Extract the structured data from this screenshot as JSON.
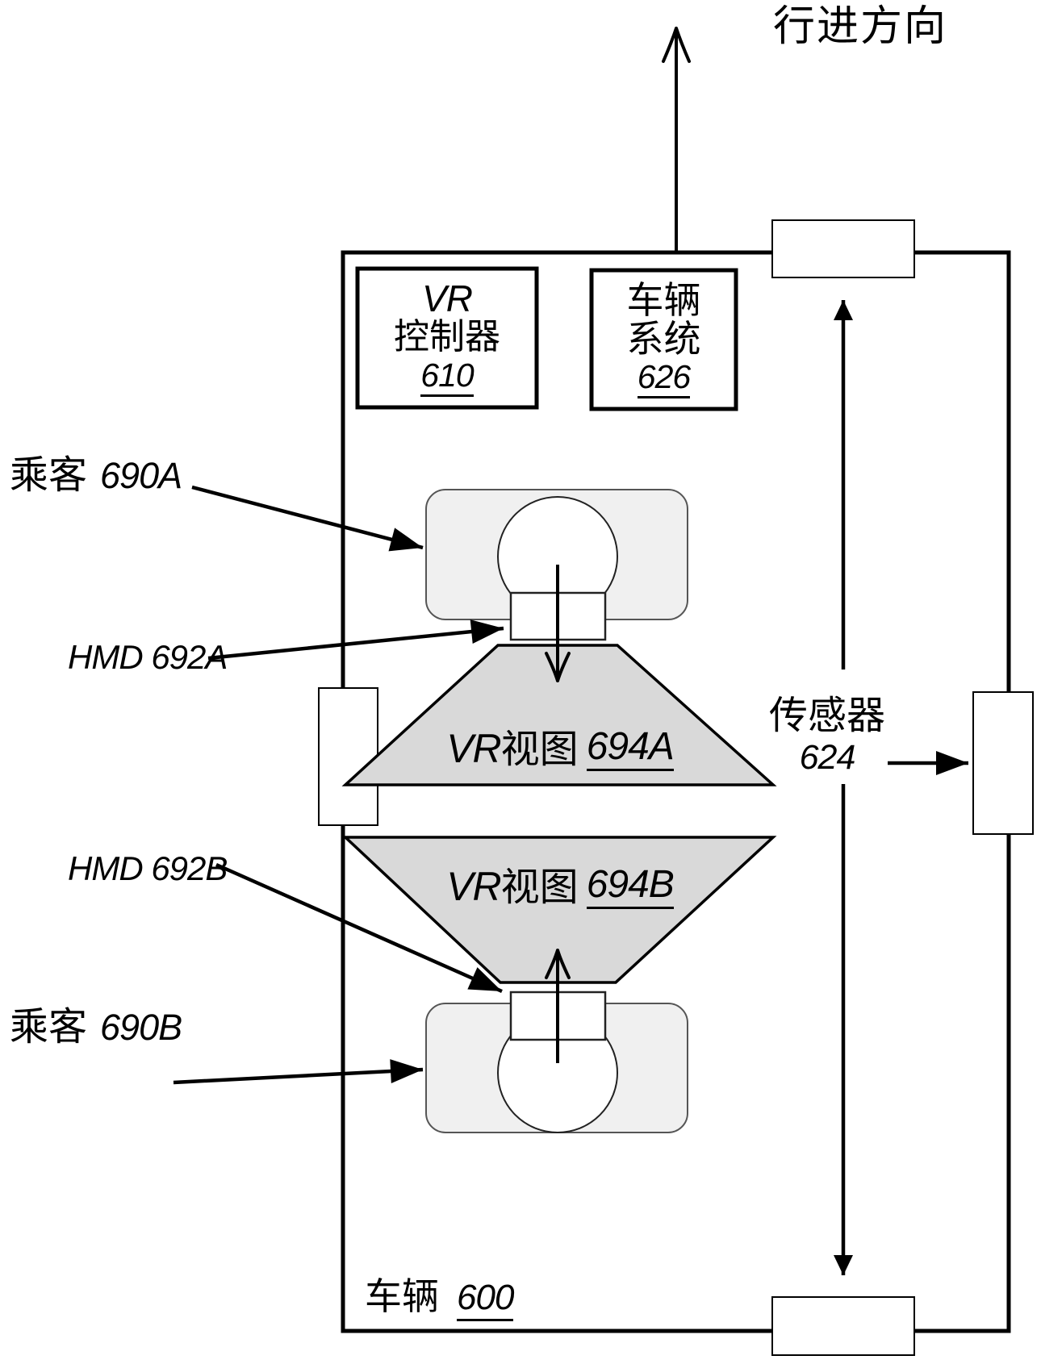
{
  "diagram": {
    "travel_direction": "行进方向",
    "vr_controller": {
      "latin": "VR",
      "cn": "控制器",
      "num": "610"
    },
    "vehicle_system": {
      "cn1": "车辆",
      "cn2": "系统",
      "num": "626"
    },
    "passenger_a": {
      "cn": "乘客",
      "num": "690A"
    },
    "passenger_b": {
      "cn": "乘客",
      "num": "690B"
    },
    "hmd_a": "HMD 692A",
    "hmd_b": "HMD 692B",
    "vr_view_a": {
      "latin": "VR",
      "cn": "视图",
      "num": "694A"
    },
    "vr_view_b": {
      "latin": "VR",
      "cn": "视图",
      "num": "694B"
    },
    "sensor": {
      "cn": "传感器",
      "num": "624"
    },
    "vehicle": {
      "cn": "车辆",
      "num": "600"
    },
    "colors": {
      "trapezoid": "#d9d9d9",
      "seat": "#f0f0f0",
      "stroke": "#000000"
    }
  }
}
